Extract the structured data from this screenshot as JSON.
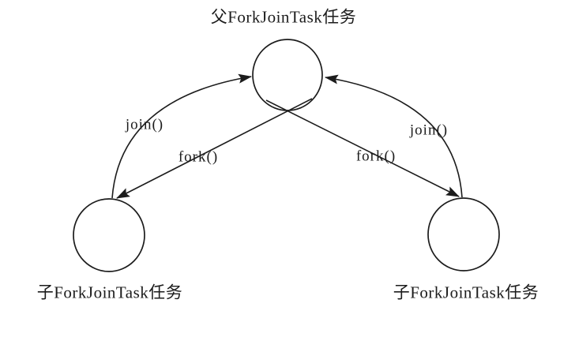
{
  "nodes": {
    "parent": {
      "label": "父ForkJoinTask任务"
    },
    "child_left": {
      "label": "子ForkJoinTask任务"
    },
    "child_right": {
      "label": "子ForkJoinTask任务"
    }
  },
  "edges": {
    "fork_left": {
      "label": "fork()",
      "from": "parent",
      "to": "child_left"
    },
    "fork_right": {
      "label": "fork()",
      "from": "parent",
      "to": "child_right"
    },
    "join_left": {
      "label": "join()",
      "from": "child_left",
      "to": "parent"
    },
    "join_right": {
      "label": "join()",
      "from": "child_right",
      "to": "parent"
    }
  },
  "colors": {
    "background": "#ffffff",
    "stroke": "#1c1c1c",
    "text": "#1c1c1c"
  }
}
